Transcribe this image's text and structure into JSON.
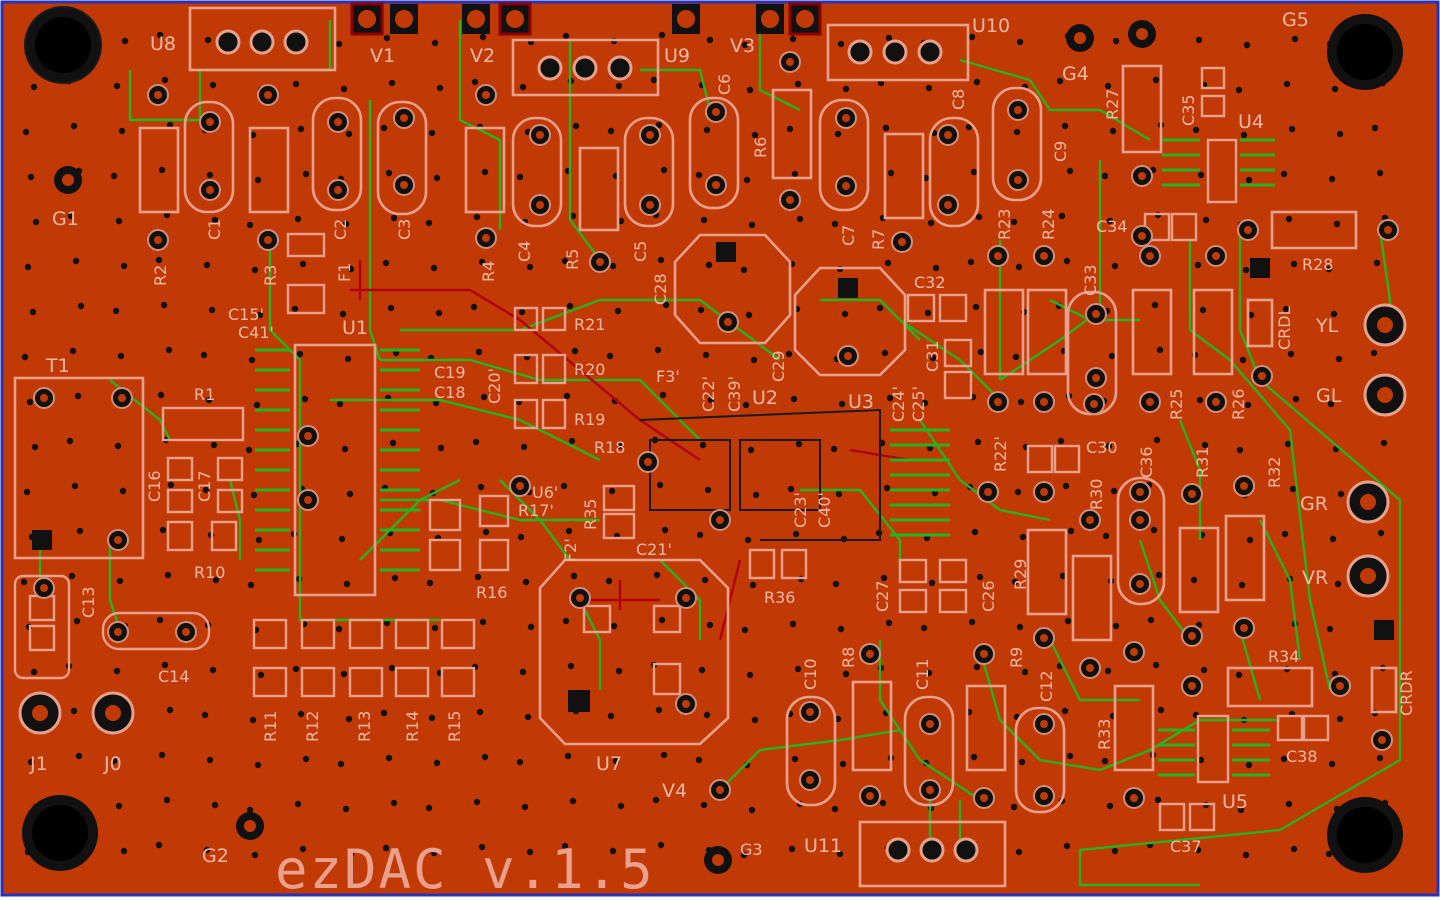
{
  "board": {
    "title": "ezDAC v.1.5",
    "colors": {
      "copper": "#c13a06",
      "silk": "#e9a08c",
      "top_trace": "#27b21f",
      "bottom_trace": "#b4000e",
      "hole": "#111111",
      "frame": "#2633b8"
    }
  },
  "labels": {
    "U8": "U8",
    "V1": "V1",
    "V2": "V2",
    "U9": "U9",
    "V3": "V3",
    "U10": "U10",
    "G5": "G5",
    "G4": "G4",
    "G1": "G1",
    "G2": "G2",
    "G3": "G3",
    "C1": "C1",
    "C2": "C2",
    "C3": "C3",
    "R2": "R2",
    "R3": "R3",
    "F1": "F1",
    "C4": "C4",
    "R4": "R4",
    "R5": "R5",
    "C5": "C5",
    "C6": "C6",
    "C28": "C28",
    "R6": "R6",
    "C7": "C7",
    "R7": "R7",
    "C8": "C8",
    "C9": "C9",
    "R27": "R27",
    "C35": "C35",
    "U4": "U4",
    "R23": "R23",
    "R24": "R24",
    "C34": "C34",
    "R28": "R28",
    "C33": "C33",
    "CRDL": "CRDL",
    "YL": "YL",
    "GL": "GL",
    "C15": "C15'",
    "C41": "C41'",
    "U1": "U1",
    "R21": "R21",
    "C32": "C32",
    "C29": "C29",
    "C31": "C31",
    "R20": "R20",
    "C19": "C19",
    "C18": "C18",
    "C20": "C20'",
    "F3": "F3'",
    "C22": "C22'",
    "C39": "C39'",
    "U2": "U2",
    "U3": "U3",
    "C24": "C24'",
    "C25": "C25'",
    "T1": "T1",
    "R1": "R1",
    "R19": "R19",
    "R18": "R18",
    "R22": "R22'",
    "C30": "C30",
    "C36": "C36",
    "R25": "R25",
    "R26": "R26",
    "C16": "C16",
    "C17": "C17",
    "U6": "U6'",
    "R17": "R17'",
    "R35": "R35",
    "F2": "F2'",
    "C23": "C23'",
    "C40": "C40'",
    "R30": "R30",
    "R31": "R31",
    "R32": "R32",
    "R10": "R10",
    "C21": "C21'",
    "R16": "R16",
    "R36": "R36",
    "R29": "R29",
    "GR": "GR",
    "VR": "VR",
    "C13": "C13",
    "C27": "C27",
    "C26": "C26",
    "C14": "C14",
    "C10": "C10",
    "R8": "R8",
    "C11": "C11",
    "R9": "R9",
    "C12": "C12",
    "R33": "R33",
    "R34": "R34",
    "CRDR": "CRDR",
    "R11": "R11",
    "R12": "R12",
    "R13": "R13",
    "R14": "R14",
    "R15": "R15",
    "C38": "C38",
    "J1": "J1",
    "J0": "J0",
    "U7": "U7",
    "V4": "V4",
    "U5": "U5",
    "C37": "C37",
    "U11": "U11"
  }
}
